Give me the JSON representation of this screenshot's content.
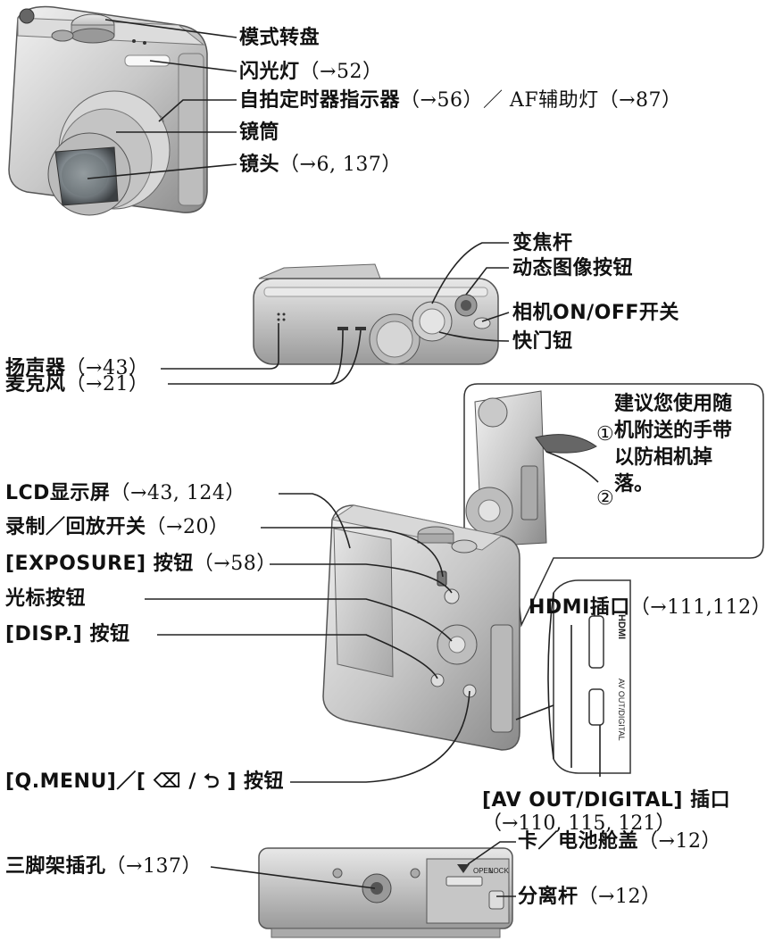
{
  "front_labels": [
    {
      "text": "模式转盘",
      "ref": ""
    },
    {
      "text": "闪光灯",
      "ref": "（→52）"
    },
    {
      "text": "自拍定时器指示器",
      "ref": "（→56）／ AF辅助灯（→87）"
    },
    {
      "text": "镜筒",
      "ref": ""
    },
    {
      "text": "镜头",
      "ref": "（→6, 137）"
    }
  ],
  "top_labels": [
    {
      "text": "变焦杆",
      "ref": ""
    },
    {
      "text": "动态图像按钮",
      "ref": ""
    },
    {
      "text": "相机ON/OFF开关",
      "ref": ""
    },
    {
      "text": "快门钮",
      "ref": ""
    },
    {
      "text": "扬声器",
      "ref": "（→43）"
    },
    {
      "text": "麦克风",
      "ref": "（→21）"
    }
  ],
  "strap_note": "建议您使用随机附送的手带以防相机掉落。",
  "strap_steps": [
    "①",
    "②"
  ],
  "back_labels": [
    {
      "text": "LCD显示屏",
      "ref": "（→43, 124）"
    },
    {
      "text": "录制／回放开关",
      "ref": "（→20）"
    },
    {
      "text": "[EXPOSURE] 按钮",
      "ref": "（→58）"
    },
    {
      "text": "光标按钮",
      "ref": ""
    },
    {
      "text": "[DISP.] 按钮",
      "ref": ""
    },
    {
      "text": "[Q.MENU]／[ ⌫ / ⮌ ] 按钮",
      "ref": ""
    }
  ],
  "port_labels": [
    {
      "text": "HDMI插口",
      "ref": "（→111,112）"
    },
    {
      "text": "[AV OUT/DIGITAL] 插口",
      "ref": ""
    },
    {
      "text": "",
      "ref": "（→110, 115, 121）"
    }
  ],
  "bottom_labels": [
    {
      "text": "卡／电池舱盖",
      "ref": "（→12）"
    },
    {
      "text": "分离杆",
      "ref": "（→12）"
    },
    {
      "text": "三脚架插孔",
      "ref": "（→137）"
    }
  ],
  "port_markings": {
    "hdmi": "HDMI",
    "av": "AV OUT/DIGITAL"
  },
  "door_markings": {
    "open": "OPEN",
    "lock": "LOCK"
  }
}
